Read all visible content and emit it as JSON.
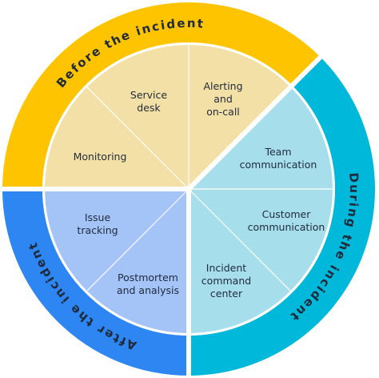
{
  "phases": [
    {
      "id": "before",
      "label": "Before the incident",
      "ring_color": "#FFC400",
      "inner_color": "#F3E0A6",
      "segments": [
        {
          "lines": [
            "Monitoring"
          ]
        },
        {
          "lines": [
            "Service",
            "desk"
          ]
        },
        {
          "lines": [
            "Alerting",
            "and",
            "on-call"
          ]
        }
      ]
    },
    {
      "id": "during",
      "label": "During the incident",
      "ring_color": "#00B8D9",
      "inner_color": "#A7DEEB",
      "segments": [
        {
          "lines": [
            "Team",
            "communication"
          ]
        },
        {
          "lines": [
            "Customer",
            "communication"
          ]
        },
        {
          "lines": [
            "Incident",
            "command",
            "center"
          ]
        }
      ]
    },
    {
      "id": "after",
      "label": "After the incident",
      "ring_color": "#2D86F2",
      "inner_color": "#A4C3F6",
      "segments": [
        {
          "lines": [
            "Postmortem",
            "and analysis"
          ]
        },
        {
          "lines": [
            "Issue",
            "tracking"
          ]
        }
      ]
    }
  ],
  "colors": {
    "divider": "#ffffff",
    "text": "#1f2a3c"
  }
}
